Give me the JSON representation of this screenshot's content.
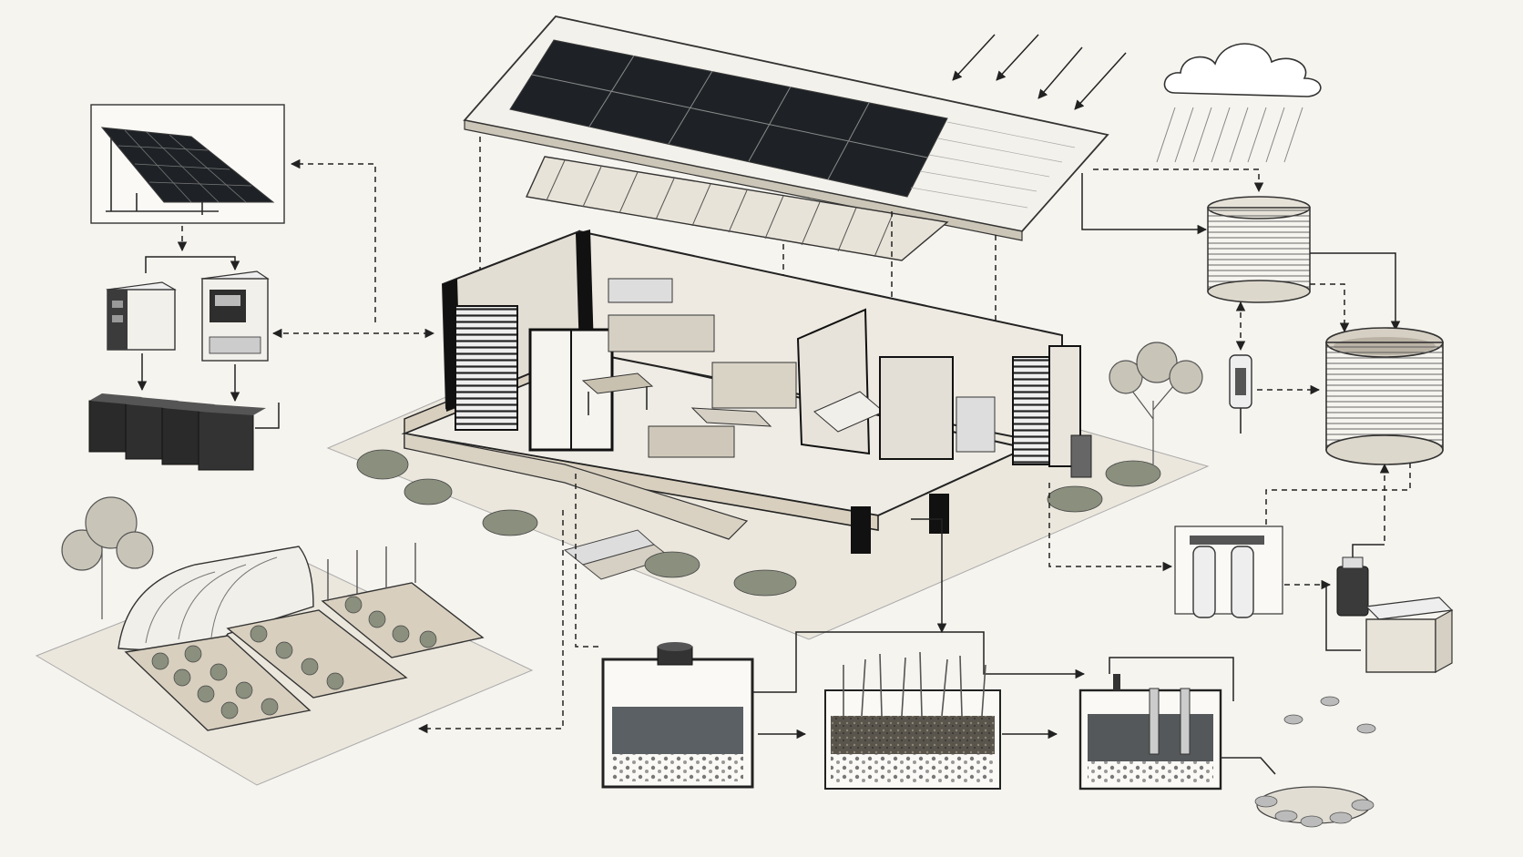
{
  "palette": {
    "background": "#f6f4ef",
    "ink": "#2b2b2b",
    "solar_panel": "#1e2226",
    "paper": "#faf9f5",
    "wood": "#d8cfbf",
    "water": "#b9b2a4",
    "foliage": "#8a8f7e"
  },
  "components": [
    {
      "id": "roof-solar-array",
      "icon": "solar-roof-icon"
    },
    {
      "id": "roof-insulation",
      "icon": "insulation-layer-icon"
    },
    {
      "id": "house-cutaway",
      "icon": "house-icon"
    },
    {
      "id": "ground-solar-panel",
      "icon": "solar-panel-icon"
    },
    {
      "id": "inverter",
      "icon": "inverter-icon"
    },
    {
      "id": "charge-controller",
      "icon": "charge-controller-icon"
    },
    {
      "id": "battery-bank",
      "icon": "battery-icon"
    },
    {
      "id": "rain-cloud",
      "icon": "cloud-rain-icon"
    },
    {
      "id": "rain-tank-small",
      "icon": "water-tank-icon"
    },
    {
      "id": "rain-tank-large",
      "icon": "water-tank-icon"
    },
    {
      "id": "first-flush-filter",
      "icon": "filter-icon"
    },
    {
      "id": "water-filters",
      "icon": "filter-icon"
    },
    {
      "id": "water-pump",
      "icon": "pump-icon"
    },
    {
      "id": "pump-box",
      "icon": "box-icon"
    },
    {
      "id": "septic-tank",
      "icon": "septic-tank-icon"
    },
    {
      "id": "reed-bed",
      "icon": "reed-bed-icon"
    },
    {
      "id": "infiltration-tank",
      "icon": "infiltration-icon"
    },
    {
      "id": "garden-greenhouse",
      "icon": "greenhouse-icon"
    },
    {
      "id": "sun-rays",
      "icon": "sun-rays-icon"
    }
  ]
}
